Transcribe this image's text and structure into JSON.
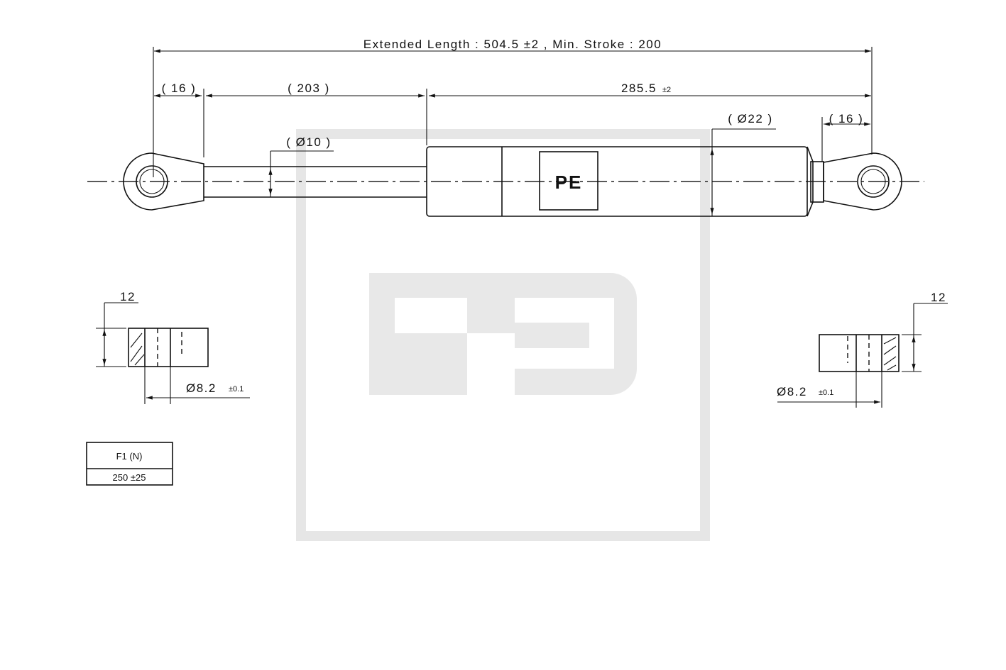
{
  "drawing": {
    "overall_length_label": "Extended Length : 504.5 ±2 ,  Min. Stroke : 200",
    "left_eye_length": "( 16 )",
    "rod_length": "( 203 )",
    "body_length": "285.5",
    "body_length_tol": "±2",
    "rod_diameter": "( Ø10 )",
    "body_diameter": "( Ø22 )",
    "right_eye_length": "( 16 )",
    "logo_text": "PE",
    "watermark_text": "PE"
  },
  "left_detail": {
    "width": "12",
    "bore_diameter": "Ø8.2",
    "bore_tol": "±0.1"
  },
  "right_detail": {
    "width": "12",
    "bore_diameter": "Ø8.2",
    "bore_tol": "±0.1"
  },
  "force_table": {
    "header": "F1 (N)",
    "value": "250 ±25"
  },
  "colors": {
    "line": "#111111",
    "watermark": "#e6e6e6"
  }
}
